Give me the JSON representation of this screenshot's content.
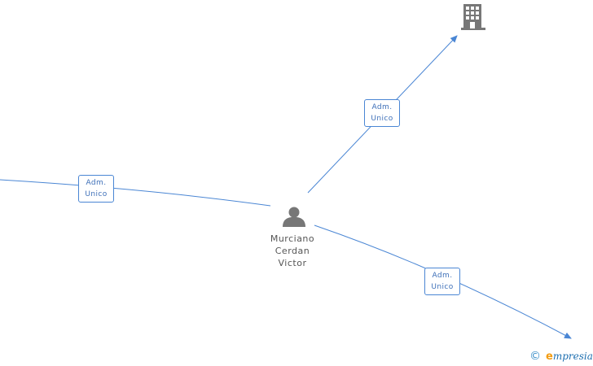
{
  "center_person": {
    "icon": "person-icon",
    "name_lines": [
      "Murciano",
      "Cerdan",
      "Victor"
    ]
  },
  "company": {
    "icon": "building-icon"
  },
  "relations": [
    {
      "id": "left",
      "label_lines": [
        "Adm.",
        "Unico"
      ]
    },
    {
      "id": "upper-right",
      "label_lines": [
        "Adm.",
        "Unico"
      ]
    },
    {
      "id": "lower-right",
      "label_lines": [
        "Adm.",
        "Unico"
      ]
    }
  ],
  "footer": {
    "copyright_symbol": "©",
    "brand_initial": "e",
    "brand_rest": "mpresia"
  },
  "colors": {
    "edge": "#4a86d4",
    "icon": "#777777",
    "brand_blue": "#1e6fb0",
    "brand_orange": "#f39c12"
  }
}
